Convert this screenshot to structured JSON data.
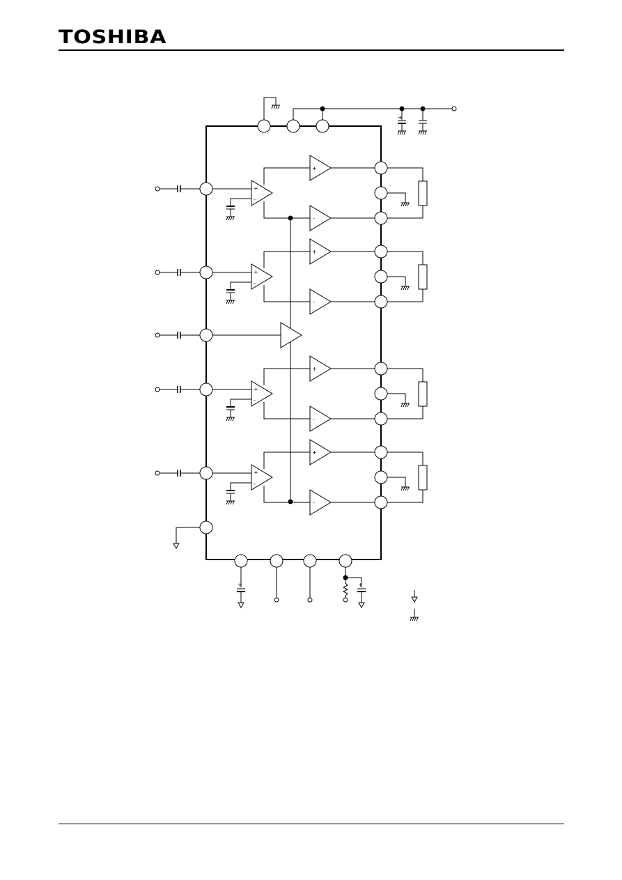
{
  "header": {
    "logo_text": "TOSHIBA"
  },
  "colors": {
    "ink": "#000000",
    "paper": "#ffffff"
  },
  "diagram": {
    "icons": [
      "ground-symbol",
      "signal-ground-symbol",
      "capacitor",
      "electrolytic-capacitor",
      "resistor",
      "op-amp",
      "terminal"
    ],
    "opamp_signs": {
      "plus": "+",
      "minus": "-"
    },
    "electrolytic_mark": "+"
  }
}
